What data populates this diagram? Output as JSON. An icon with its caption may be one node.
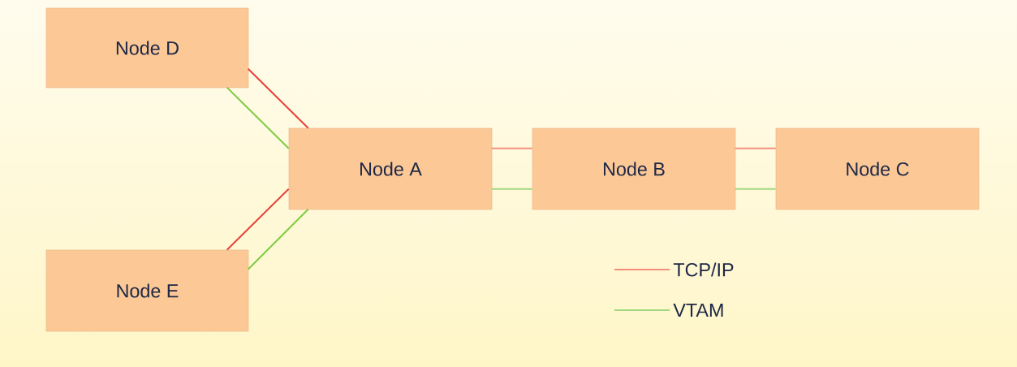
{
  "diagram": {
    "nodes": [
      {
        "text": [
          "Node D"
        ]
      },
      {
        "text": [
          "Node A"
        ]
      },
      {
        "text": [
          "Node B"
        ]
      },
      {
        "text": [
          "Node C"
        ]
      },
      {
        "text": [
          "Node E"
        ]
      }
    ],
    "edges": [
      {
        "from": 0,
        "to": 1,
        "arrow": "none",
        "color": "#e8403a"
      },
      {
        "from": 0,
        "to": 1,
        "arrow": "none",
        "color": "#7fcc44"
      },
      {
        "from": 4,
        "to": 1,
        "arrow": "none",
        "color": "#e8403a"
      },
      {
        "from": 4,
        "to": 1,
        "arrow": "none",
        "color": "#7fcc44"
      },
      {
        "from": 1,
        "to": 2,
        "arrow": "none",
        "color": "#f4907e"
      },
      {
        "from": 1,
        "to": 2,
        "arrow": "none",
        "color": "#a4d880"
      },
      {
        "from": 2,
        "to": 3,
        "arrow": "none",
        "color": "#f4907e"
      },
      {
        "from": 2,
        "to": 3,
        "arrow": "none",
        "color": "#a4d880"
      }
    ],
    "legend": [
      {
        "text": "TCP/IP"
      },
      {
        "text": "VTAM"
      }
    ]
  }
}
